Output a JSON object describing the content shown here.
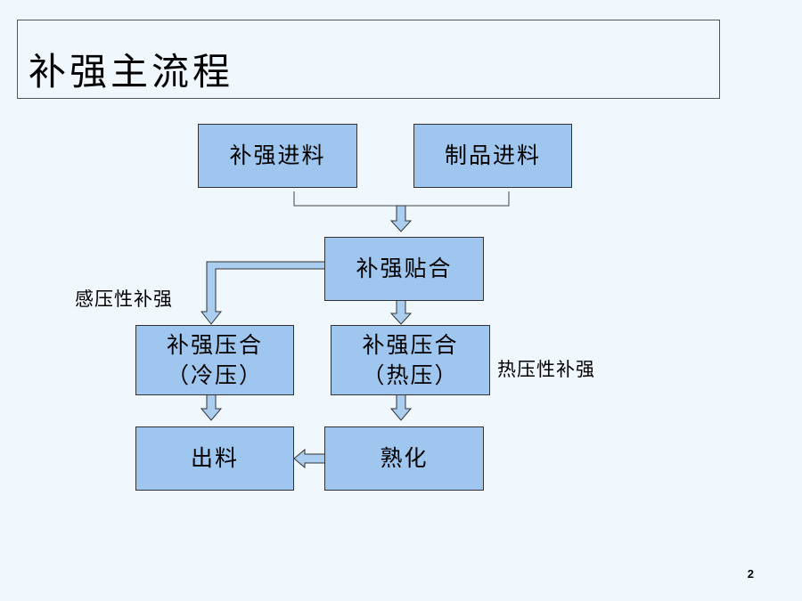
{
  "slide": {
    "title": "补强主流程",
    "page_number": "2"
  },
  "nodes": {
    "reinforce_feed": "补强进料",
    "product_feed": "制品进料",
    "reinforce_attach": "补强贴合",
    "cold_press_line1": "补强压合",
    "cold_press_line2": "（冷压）",
    "hot_press_line1": "补强压合",
    "hot_press_line2": "（热压）",
    "discharge": "出料",
    "curing": "熟化"
  },
  "labels": {
    "pressure_sensitive": "感压性补强",
    "hot_press_type": "热压性补强"
  },
  "colors": {
    "background": "#f0f7fd",
    "node_fill": "#9ec6ee",
    "arrow_fill": "#aacdf0",
    "border": "#333333"
  }
}
